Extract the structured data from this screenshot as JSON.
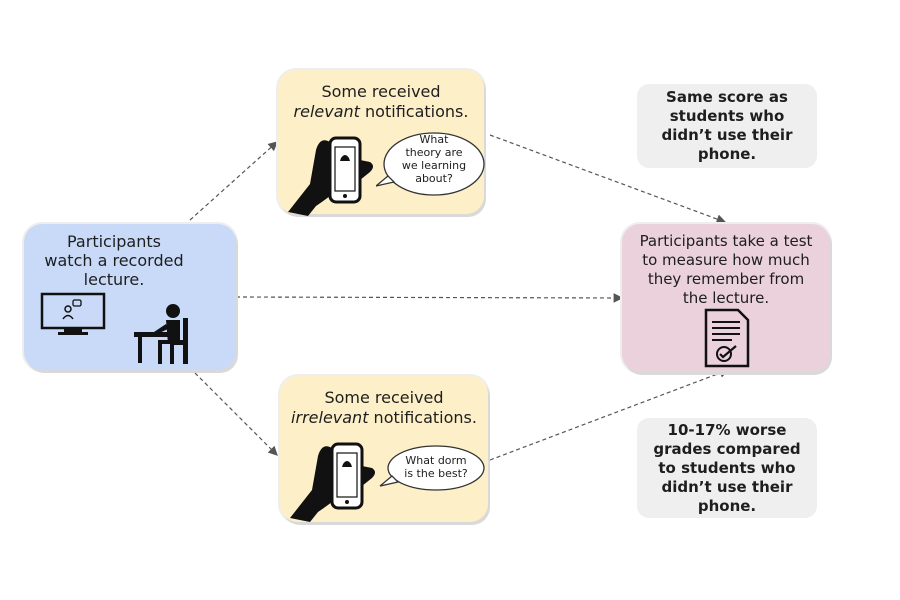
{
  "start": {
    "line1": "Participants",
    "line2": "watch a recorded",
    "line3": "lecture."
  },
  "relevant": {
    "line1": "Some received",
    "emph": "relevant",
    "rest": " notifications.",
    "bubble": [
      "What",
      "theory are",
      "we learning",
      "about?"
    ]
  },
  "irrelevant": {
    "line1": "Some received",
    "emph": "irrelevant",
    "rest": " notifications.",
    "bubble": [
      "What dorm",
      "is the best?"
    ]
  },
  "test": {
    "lines": [
      "Participants take a test",
      "to measure how much",
      "they remember from",
      "the lecture."
    ]
  },
  "result_top": {
    "lines": [
      "Same score as",
      "students who",
      "didn’t use their",
      "phone."
    ]
  },
  "result_bottom": {
    "lines": [
      "10-17% worse",
      "grades compared",
      "to students who",
      "didn’t use their",
      "phone."
    ]
  },
  "icons": [
    "monitor-icon",
    "student-desk-icon",
    "phone-hand-icon",
    "test-document-icon"
  ]
}
